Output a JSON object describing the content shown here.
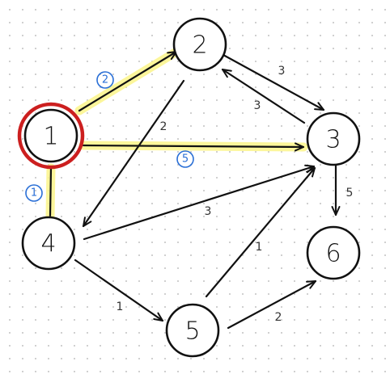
{
  "graph": {
    "nodes": [
      {
        "id": "1",
        "label": "1",
        "source": true
      },
      {
        "id": "2",
        "label": "2"
      },
      {
        "id": "3",
        "label": "3"
      },
      {
        "id": "4",
        "label": "4"
      },
      {
        "id": "5",
        "label": "5"
      },
      {
        "id": "6",
        "label": "6"
      }
    ],
    "edges": [
      {
        "from": "1",
        "to": "2",
        "weight": "2",
        "highlighted": true
      },
      {
        "from": "1",
        "to": "3",
        "weight": "5",
        "highlighted": true
      },
      {
        "from": "1",
        "to": "4",
        "weight": "1",
        "highlighted": true
      },
      {
        "from": "2",
        "to": "3",
        "weight": "3"
      },
      {
        "from": "3",
        "to": "2",
        "weight": "3"
      },
      {
        "from": "2",
        "to": "4",
        "weight": "2"
      },
      {
        "from": "4",
        "to": "3",
        "weight": "3"
      },
      {
        "from": "3",
        "to": "6",
        "weight": "5"
      },
      {
        "from": "4",
        "to": "5",
        "weight": "1"
      },
      {
        "from": "5",
        "to": "3",
        "weight": "1"
      },
      {
        "from": "5",
        "to": "6",
        "weight": "2"
      }
    ]
  },
  "colors": {
    "highlight": "#fbf58a",
    "source_ring": "#cc1f1f",
    "highlight_weight": "#2a6fd6",
    "ink": "#111111"
  }
}
